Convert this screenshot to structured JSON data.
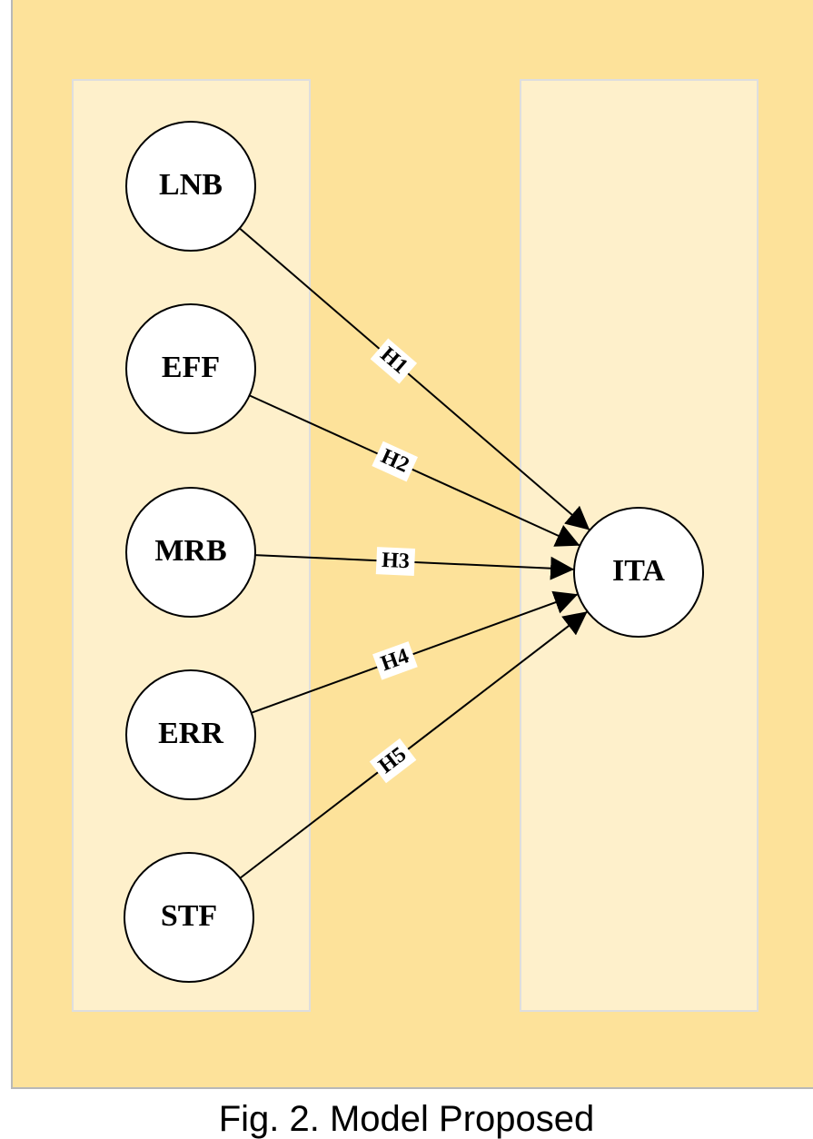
{
  "colors": {
    "outer_background": "#fde29a",
    "panel_background": "#fef0cb",
    "node_fill": "#ffffff",
    "stroke": "#000000"
  },
  "nodes": [
    {
      "id": "LNB",
      "label": "LNB"
    },
    {
      "id": "EFF",
      "label": "EFF"
    },
    {
      "id": "MRB",
      "label": "MRB"
    },
    {
      "id": "ERR",
      "label": "ERR"
    },
    {
      "id": "STF",
      "label": "STF"
    },
    {
      "id": "ITA",
      "label": "ITA"
    }
  ],
  "edges": [
    {
      "from": "LNB",
      "to": "ITA",
      "label": "H1"
    },
    {
      "from": "EFF",
      "to": "ITA",
      "label": "H2"
    },
    {
      "from": "MRB",
      "to": "ITA",
      "label": "H3"
    },
    {
      "from": "ERR",
      "to": "ITA",
      "label": "H4"
    },
    {
      "from": "STF",
      "to": "ITA",
      "label": "H5"
    }
  ],
  "caption": "Fig. 2. Model Proposed"
}
